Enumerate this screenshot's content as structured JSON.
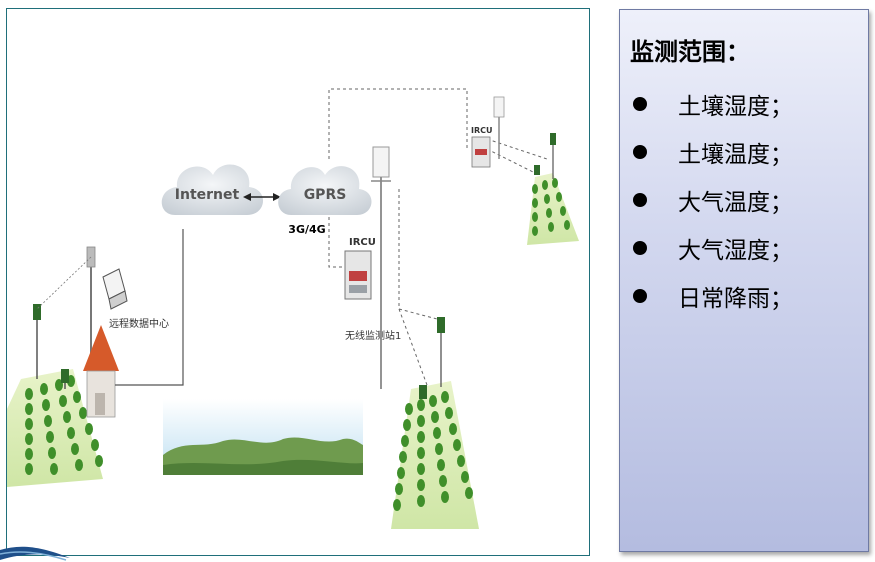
{
  "diagram": {
    "internet_label": "Internet",
    "gprs_label": "GPRS",
    "network_label": "3G/4G",
    "remote_center_label": "远程数据中心",
    "ircu_label": "IRCU",
    "station_label": "无线监测站1",
    "colors": {
      "frame": "#1f6f7a",
      "cloud": "#dde2e6",
      "crop": "#3f8f2a",
      "field": "#cfe6a6",
      "roof": "#d65a2a"
    }
  },
  "panel": {
    "title": "监测范围：",
    "items": [
      {
        "label": "土壤湿度；"
      },
      {
        "label": "土壤温度；"
      },
      {
        "label": "大气温度；"
      },
      {
        "label": "大气湿度；"
      },
      {
        "label": "日常降雨；"
      }
    ]
  }
}
